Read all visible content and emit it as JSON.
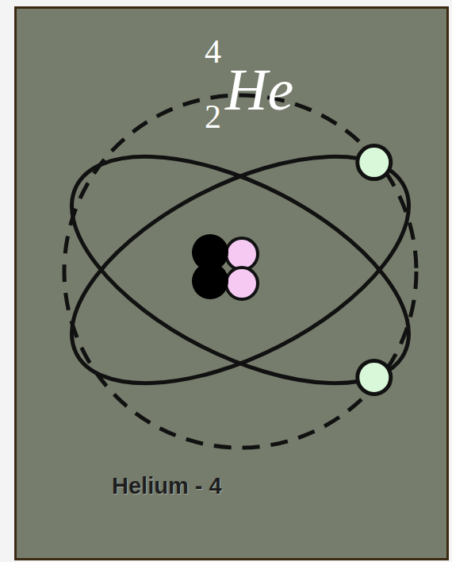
{
  "diagram": {
    "caption": "Helium - 4",
    "labels": [
      "4",
      "2",
      "He"
    ]
  }
}
